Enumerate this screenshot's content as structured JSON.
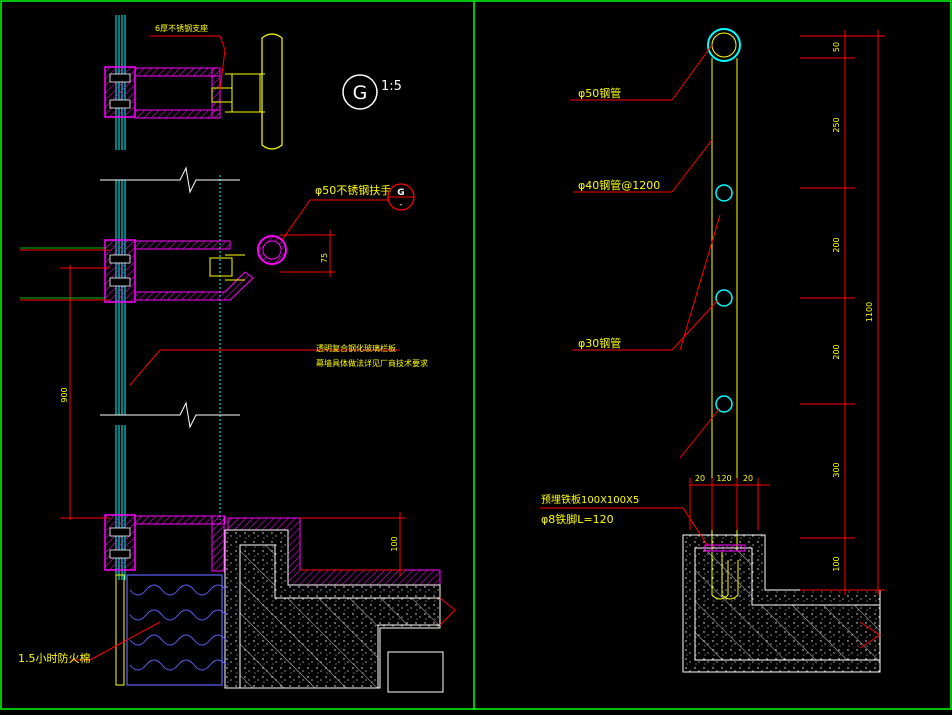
{
  "colors": {
    "background": "#000000",
    "frame": "#00ff00",
    "section_magenta": "#ff00ff",
    "glass_cyan": "#00ffff",
    "dimension": "#ff0000",
    "dimension_text": "#ffff00",
    "label_text": "#ffff00",
    "concrete": "#ffffff",
    "rail_yellow": "#ffff00",
    "insulation_blue": "#6060ff",
    "bubble_red": "#ff0000"
  },
  "left_panel": {
    "label_top": "6厚不锈钢支座",
    "detail_bubble_letter": "G",
    "detail_scale": "1:5",
    "handrail_label": "φ50不锈钢扶手",
    "ref_bubble_letter": "G",
    "ref_bubble_dash": "-",
    "glass_label_line1": "透明复合钢化玻璃栏板",
    "glass_label_line2": "幕墙具体做法详见厂商技术要求",
    "fire_label": "1.5小时防火棉",
    "dim_75": "75",
    "dim_900": "900",
    "dim_100": "100"
  },
  "right_panel": {
    "top_rail_label": "φ50钢管",
    "post_label": "φ40钢管@1200",
    "mid_rail_label": "φ30钢管",
    "plate_label": "预埋铁板100X100X5",
    "anchor_label": "φ8铁脚L=120",
    "dims_vertical": [
      "50",
      "250",
      "200",
      "200",
      "300",
      "100"
    ],
    "dim_total": "1100",
    "dims_bottom": [
      "20",
      "120",
      "20"
    ]
  }
}
